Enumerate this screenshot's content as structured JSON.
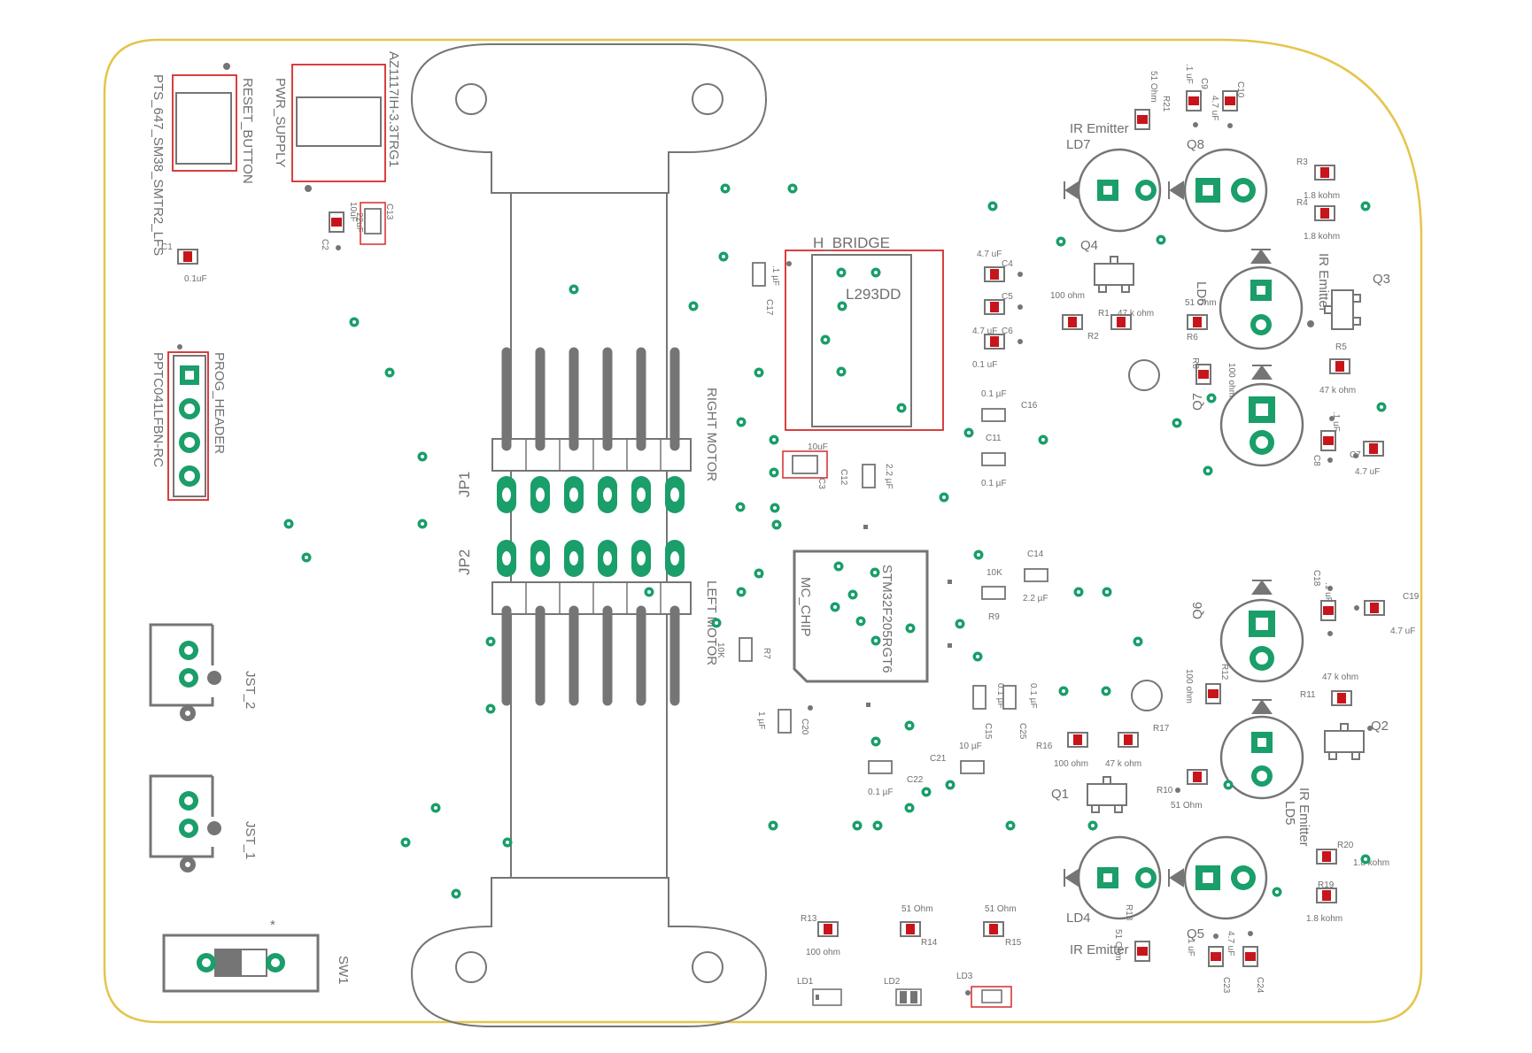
{
  "colors": {
    "outline": "#e5c54c",
    "silk": "#757575",
    "highlight": "#d62a2a",
    "pad": "#1a9e6a",
    "smd": "#c8151b"
  },
  "labels": {
    "reset_button": "RESET_BUTTON",
    "reset_part": "PTS_647_SM38_SMTR2_LFS",
    "pwr_supply": "PWR_SUPPLY",
    "pwr_part": "AZ1117IH-3.3TRG1",
    "prog_header": "PROG_HEADER",
    "prog_part": "PPTC041LFBN-RC",
    "jst2": "JST_2",
    "jst1": "JST_1",
    "sw1": "SW1",
    "jp1": "JP1",
    "jp2": "JP2",
    "right_motor": "RIGHT MOTOR",
    "left_motor": "LEFT MOTOR",
    "h_bridge": "H_BRIDGE",
    "l293dd": "L293DD",
    "mc_chip": "MC_CHIP",
    "stm32": "STM32F205RGT6",
    "ir_emitter_top": "IR Emitter",
    "ir_emitter_right_top": "IR Emitter",
    "ir_emitter_right_bottom": "IR Emitter",
    "ir_emitter_bottom": "IR Emitter",
    "ld7": "LD7",
    "q8": "Q8",
    "q4": "Q4",
    "ld6": "LD6",
    "q3": "Q3",
    "q7": "Q7",
    "q6": "Q6",
    "q2": "Q2",
    "q1": "Q1",
    "ld5": "LD5",
    "ld4": "LD4",
    "q5": "Q5",
    "ld1": "LD1",
    "ld2": "LD2",
    "ld3": "LD3"
  },
  "components": {
    "c1": "C1",
    "c1_val": "0.1uF",
    "c2": "C2",
    "c2_val": "10uF",
    "c13": "C13",
    "c13_val": "22uF",
    "c17": "C17",
    "c17_val": ".1 µF",
    "c3": "C3",
    "c3_val": "10uF",
    "c12": "C12",
    "c12_val": "2.2 µF",
    "c4": "C4",
    "c4_val": "4.7 uF",
    "c5": "C5",
    "c5_val": "0.1 uF",
    "c6": "C6",
    "c6_val": "4.7 uF",
    "c16": "C16",
    "c16_val": "0.1 µF",
    "c11": "C11",
    "c11_val": "0.1 µF",
    "c14": "C14",
    "c14_val": "2.2 µF",
    "r9": "R9",
    "r9_val": "10K",
    "r7": "R7",
    "r7_val": "10K",
    "c20": "C20",
    "c20_val": "1 µF",
    "c15": "C15",
    "c15_val": "0.1 µF",
    "c25": "C25",
    "c25_val": "0.1 µF",
    "c21": "C21",
    "c21_val": "10 µF",
    "c22": "C22",
    "c22_val": "0.1 µF",
    "r21": "R21",
    "r21_val": "51 Ohm",
    "c9": "C9",
    "c9_val": ".1 uF",
    "c10": "C10",
    "c10_val": "4.7 uF",
    "r3": "R3",
    "r3_val": "1.8 kohm",
    "r4": "R4",
    "r4_val": "1.8 kohm",
    "r1": "R1",
    "r1_val": "100 ohm",
    "r2": "R2",
    "r2_val": "47 k ohm",
    "r6": "R6",
    "r6_val": "51 Ohm",
    "r8": "R8",
    "r8_val": "100 ohm",
    "r5": "R5",
    "r5_val": "47 k ohm",
    "c8": "C8",
    "c8_val": ".1 uF",
    "c7": "C7",
    "c7_val": "4.7 uF",
    "c18": "C18",
    "c18_val": ".1 uF",
    "c19": "C19",
    "c19_val": "4.7 uF",
    "r12": "R12",
    "r12_val": "100 ohm",
    "r11": "R11",
    "r11_val": "47 k ohm",
    "r16": "R16",
    "r16_val": "100 ohm",
    "r17": "R17",
    "r17_val": "47 k ohm",
    "r10": "R10",
    "r10_val": "51 Ohm",
    "r20": "R20",
    "r20_val": "1.8 kohm",
    "r19": "R19",
    "r19_val": "1.8 kohm",
    "r18": "R18",
    "r18_val": "51 Ohm",
    "c23": "C23",
    "c23_val": ".1 uF",
    "c24": "C24",
    "c24_val": "4.7 uF",
    "r13": "R13",
    "r13_val": "100 ohm",
    "r14": "R14",
    "r14_val": "51 Ohm",
    "r15": "R15",
    "r15_val": "51 Ohm"
  }
}
